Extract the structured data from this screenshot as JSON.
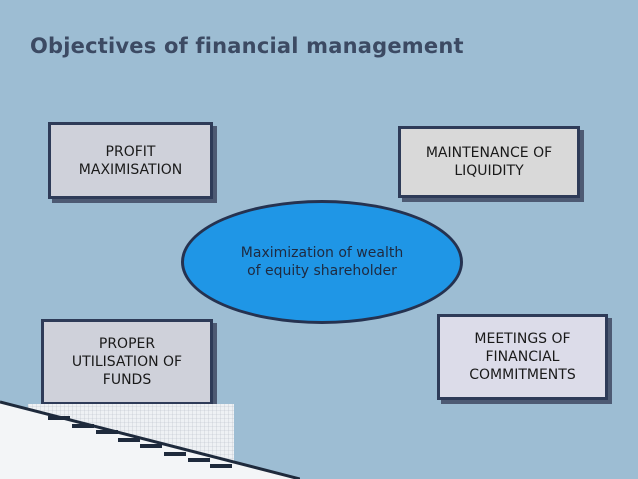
{
  "slide": {
    "title": "Objectives of financial management",
    "center": "Maximization of wealth\nof equity shareholder",
    "boxes": {
      "top_left": "PROFIT\nMAXIMISATION",
      "top_right": "MAINTENANCE OF\nLIQUIDITY",
      "bottom_left": "PROPER\nUTILISATION OF\nFUNDS",
      "bottom_right": "MEETINGS OF\nFINANCIAL\nCOMMITMENTS"
    }
  },
  "colors": {
    "background": "#9dbdd3",
    "title": "#3c4a63",
    "ellipse_fill": "#1f96e6",
    "box_fill": "#cfd1da",
    "border": "#2e3b58"
  }
}
